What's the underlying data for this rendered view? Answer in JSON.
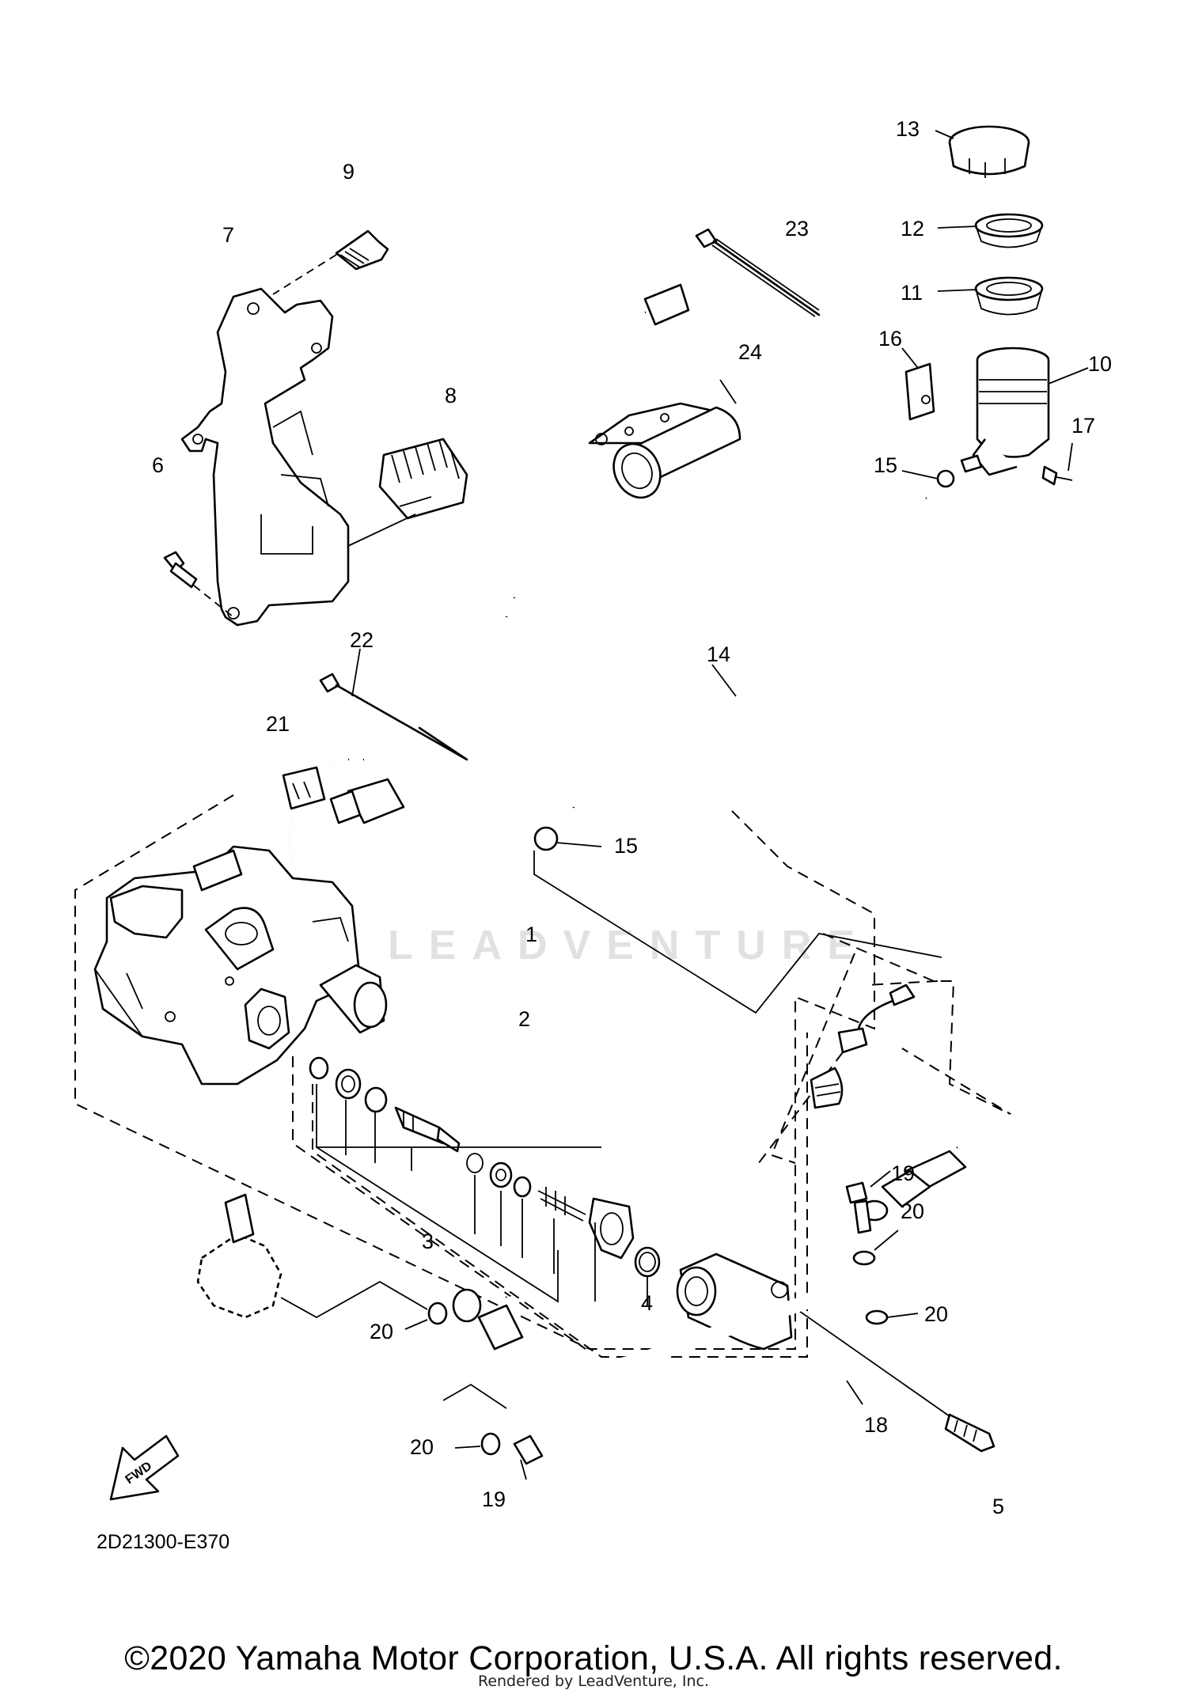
{
  "diagram": {
    "code": "2D21300-E370",
    "fwd_label": "FWD",
    "callouts": [
      "1",
      "2",
      "3",
      "4",
      "5",
      "6",
      "7",
      "8",
      "9",
      "10",
      "11",
      "12",
      "13",
      "14",
      "15",
      "15",
      "16",
      "17",
      "18",
      "19",
      "19",
      "20",
      "20",
      "20",
      "20",
      "21",
      "22",
      "23",
      "24"
    ]
  },
  "watermark": "LEADVENTURE",
  "footer": {
    "copyright": "©2020 Yamaha Motor Corporation, U.S.A. All rights reserved.",
    "rendered_by": "Rendered by LeadVenture, Inc."
  }
}
